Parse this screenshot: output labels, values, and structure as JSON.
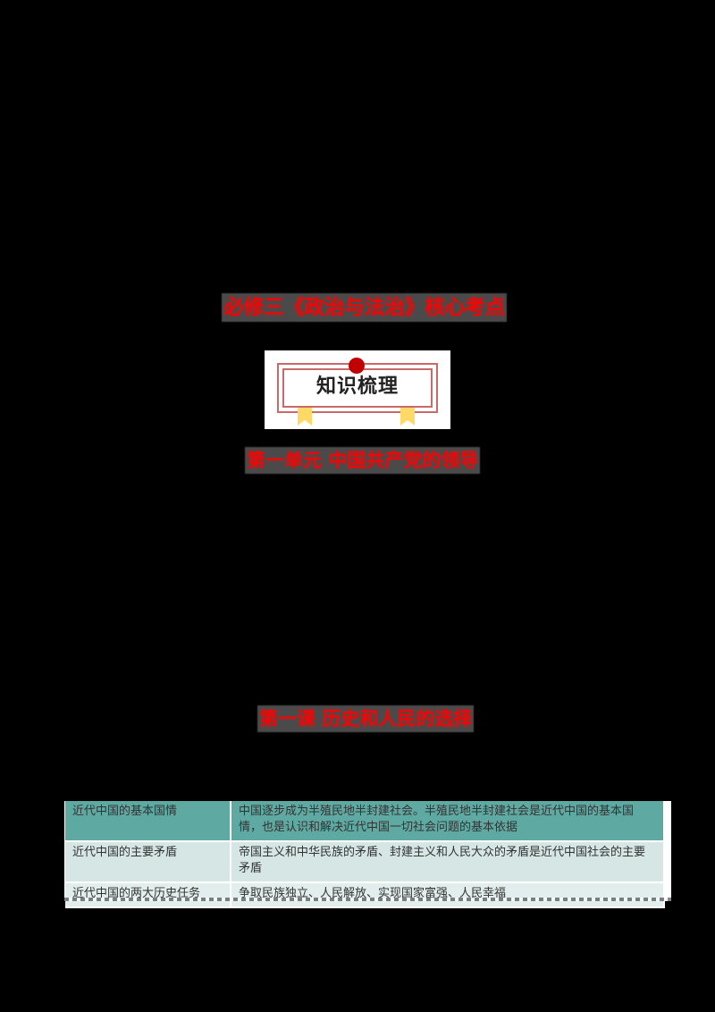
{
  "document": {
    "main_title": "必修三《政治与法治》核心考点",
    "banner": {
      "label": "知识梳理",
      "colors": {
        "frame": "#c96a6a",
        "dot": "#c00000",
        "ribbon": "#ffd966"
      }
    },
    "unit_title": "第一单元  中国共产党的领导",
    "lesson_title": "第一课  历史和人民的选择",
    "heading_color": "#ff0000",
    "table": {
      "rows": [
        {
          "term": "近代中国的基本国情",
          "content": "中国逐步成为半殖民地半封建社会。半殖民地半封建社会是近代中国的基本国情，也是认识和解决近代中国一切社会问题的基本依据"
        },
        {
          "term": "近代中国的主要矛盾",
          "content": "帝国主义和中华民族的矛盾、封建主义和人民大众的矛盾是近代中国社会的主要矛盾"
        },
        {
          "term": "近代中国的两大历史任务",
          "content": "争取民族独立、人民解放、实现国家富强、人民幸福"
        }
      ],
      "colors": {
        "row_0": "#5fa9a3",
        "row_1": "#d5e6e5",
        "row_2": "#e2eeed"
      }
    }
  }
}
